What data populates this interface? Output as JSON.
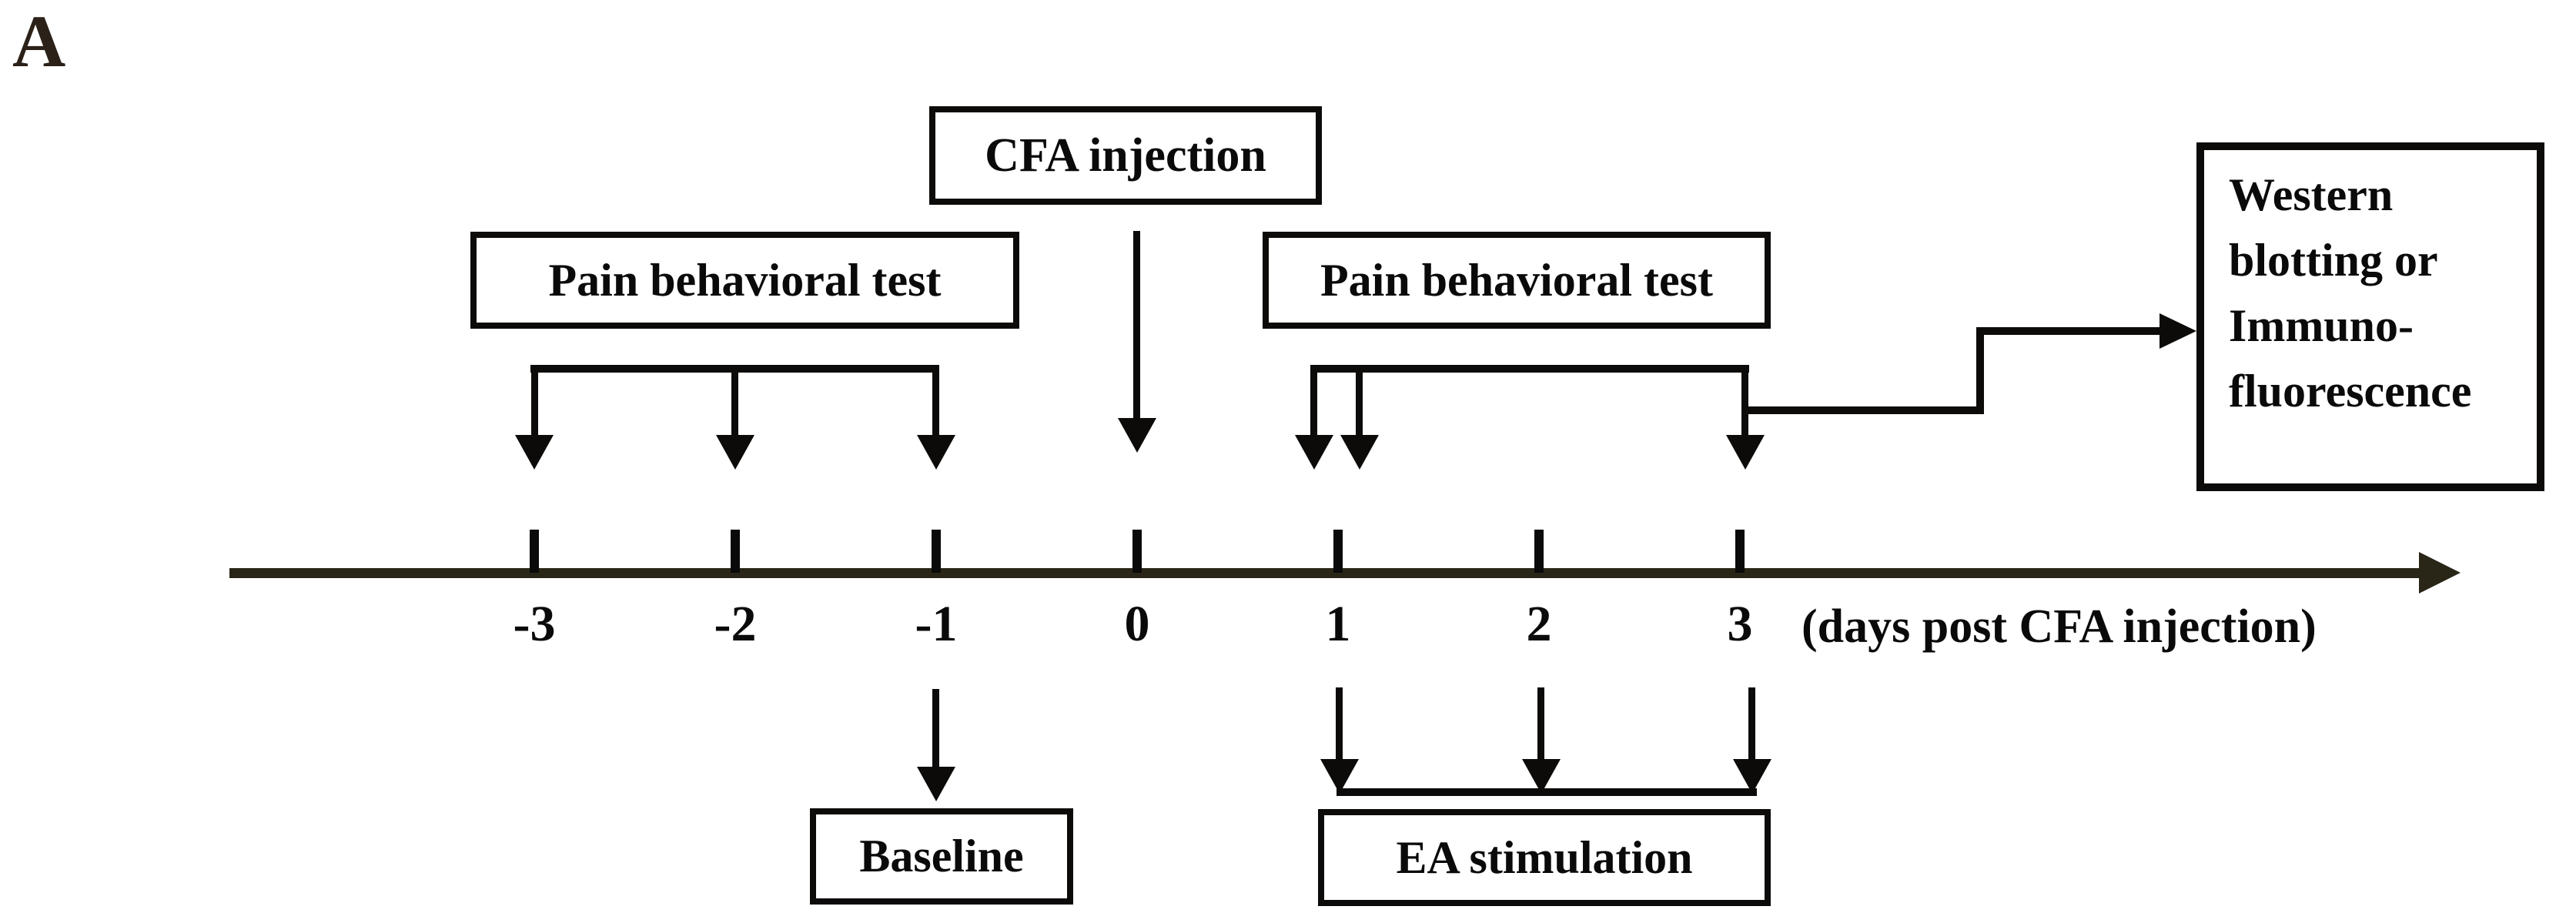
{
  "figure": {
    "panel_label": "A",
    "cfa_box_label": "CFA injection",
    "pain_pre_label": "Pain behavioral test",
    "pain_post_label": "Pain behavioral test",
    "baseline_label": "Baseline",
    "ea_label": "EA stimulation",
    "western_lines": [
      "Western",
      "blotting or",
      "Immuno-",
      "fluorescence"
    ],
    "axis_caption": "(days post CFA injection)",
    "tick_labels": [
      "-3",
      "-2",
      "-1",
      "0",
      "1",
      "2",
      "3"
    ]
  },
  "colors": {
    "ink": "#0d0b09",
    "axis": "#2a2617",
    "text": "#0a0a0a",
    "background": "#ffffff"
  }
}
